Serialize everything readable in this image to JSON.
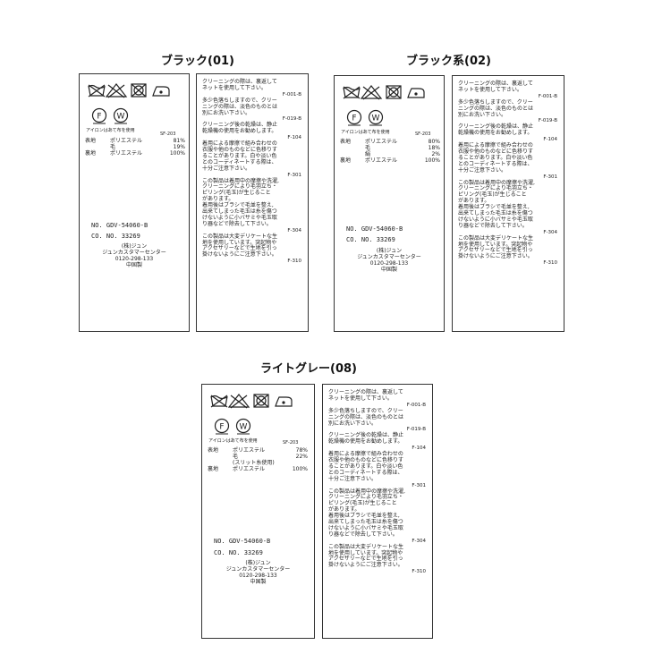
{
  "variants": [
    {
      "title": "ブラック(01)",
      "iron_note": "アイロンはあて布を使用",
      "sf_code": "SF-203",
      "fiber": [
        {
          "part": "表地",
          "material": "ポリエステル",
          "percent": "81%"
        },
        {
          "part": "",
          "material": "毛",
          "percent": "19%"
        },
        {
          "part": "裏地",
          "material": "ポリエステル",
          "percent": "100%"
        }
      ],
      "product_no": "NO. GDV-54060-B",
      "co_no": "CO. NO.  33269",
      "company": "(株)ジュン",
      "center": "ジュンカスタマーセンター",
      "phone": "0120-298-133",
      "origin": "中国製"
    },
    {
      "title": "ブラック系(02)",
      "iron_note": "アイロンはあて布を使用",
      "sf_code": "SF-203",
      "fiber": [
        {
          "part": "表地",
          "material": "ポリエステル",
          "percent": "80%"
        },
        {
          "part": "",
          "material": "毛",
          "percent": "18%"
        },
        {
          "part": "",
          "material": "絹",
          "percent": "2%"
        },
        {
          "part": "裏地",
          "material": "ポリエステル",
          "percent": "100%"
        }
      ],
      "product_no": "NO. GDV-54060-B",
      "co_no": "CO. NO.  33269",
      "company": "(株)ジュン",
      "center": "ジュンカスタマーセンター",
      "phone": "0120-298-133",
      "origin": "中国製"
    },
    {
      "title": "ライトグレー(08)",
      "iron_note": "アイロンはあて布を使用",
      "sf_code": "SF-203",
      "fiber": [
        {
          "part": "表地",
          "material": "ポリエステル",
          "percent": "78%"
        },
        {
          "part": "",
          "material": "毛",
          "percent": "22%"
        },
        {
          "part": "",
          "material": "(スリット糸使用)",
          "percent": ""
        },
        {
          "part": "裏地",
          "material": "ポリエステル",
          "percent": "100%"
        }
      ],
      "product_no": "NO. GDV-54060-B",
      "co_no": "CO. NO.  33269",
      "company": "(株)ジュン",
      "center": "ジュンカスタマーセンター",
      "phone": "0120-298-133",
      "origin": "中国製"
    }
  ],
  "care_notes": [
    {
      "text": "クリーニングの際は、裏返して\nネットを使用して下さい。",
      "code": "F-001-B"
    },
    {
      "text": "多少色落ちしますので、クリー\nニングの際は、淡色のものとは\n別にお洗い下さい。",
      "code": "F-019-B"
    },
    {
      "text": "クリーニング後の乾燥は、静止\n乾燥機の使用をお勧めします。",
      "code": "F-104"
    },
    {
      "text": "着用による摩擦で組み合わせの\n衣服や他のものなどに色移りす\nることがあります。白や淡い色\nとのコーディネートする際は、\n十分ご注意下さい。",
      "code": "F-301"
    },
    {
      "text": "この製品は着用中の摩擦や洗濯,\nクリーニングにより毛羽立ち・\nピリング(毛玉)が生じること\nがあります。\n着用後はブラシで毛並を整え,\n出来てしまった毛玉は糸を傷つ\nけないように小バサミや毛玉取\nり器などで除去して下さい。",
      "code": "F-304"
    },
    {
      "text": "この製品は大変デリケートな生\n地を使用しています。突起物や\nアクセサリーなどで生地を引っ\n掛けないようにご注意下さい。",
      "code": "F-310"
    }
  ],
  "icons": [
    "no-wash-icon",
    "no-bleach-icon",
    "no-tumble-dry-icon",
    "iron-low-icon",
    "dry-clean-f-icon",
    "wet-clean-w-icon"
  ]
}
